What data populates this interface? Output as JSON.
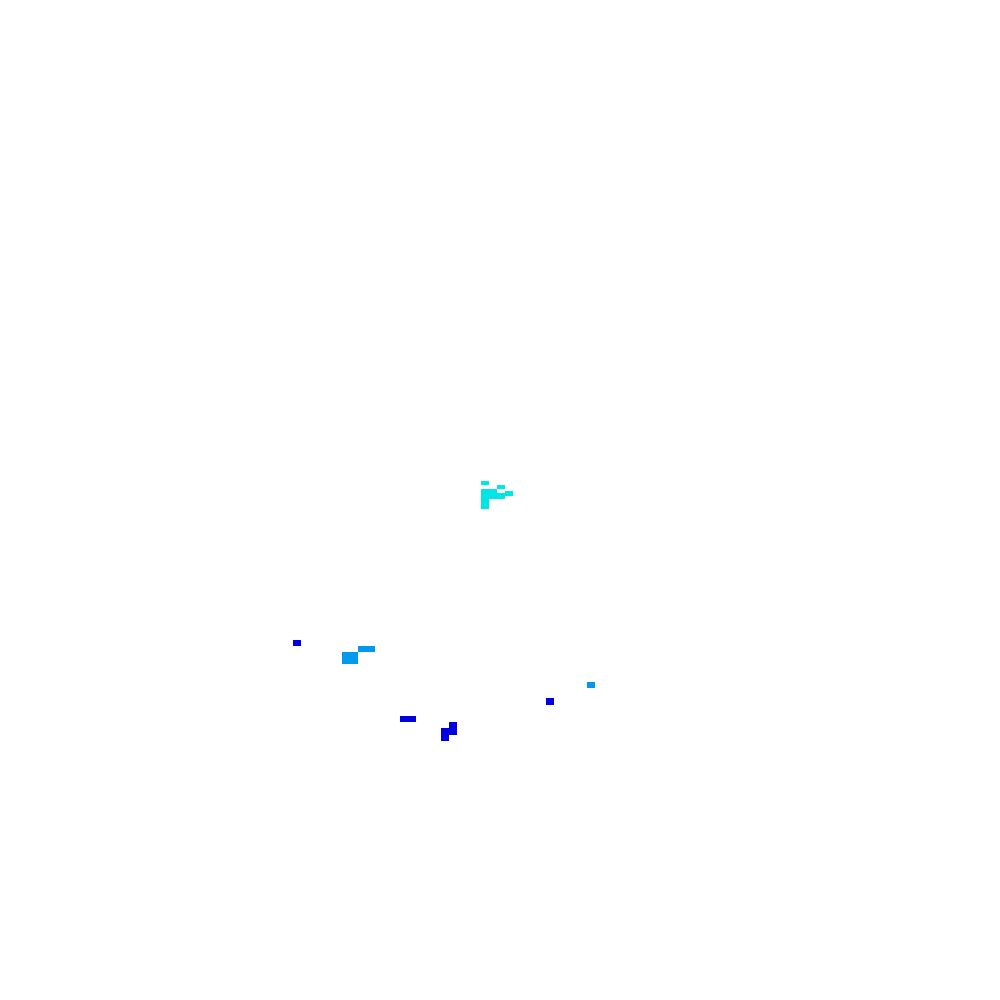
{
  "colors": {
    "background": "#ffffff",
    "cyan": "#00e5e5",
    "sky": "#0099ee",
    "blue": "#0000e0"
  },
  "clusters": [
    {
      "name": "cyan-cluster",
      "color": "cyan"
    },
    {
      "name": "sky-blue-cluster",
      "color": "sky"
    },
    {
      "name": "dark-blue-cluster",
      "color": "blue"
    }
  ]
}
